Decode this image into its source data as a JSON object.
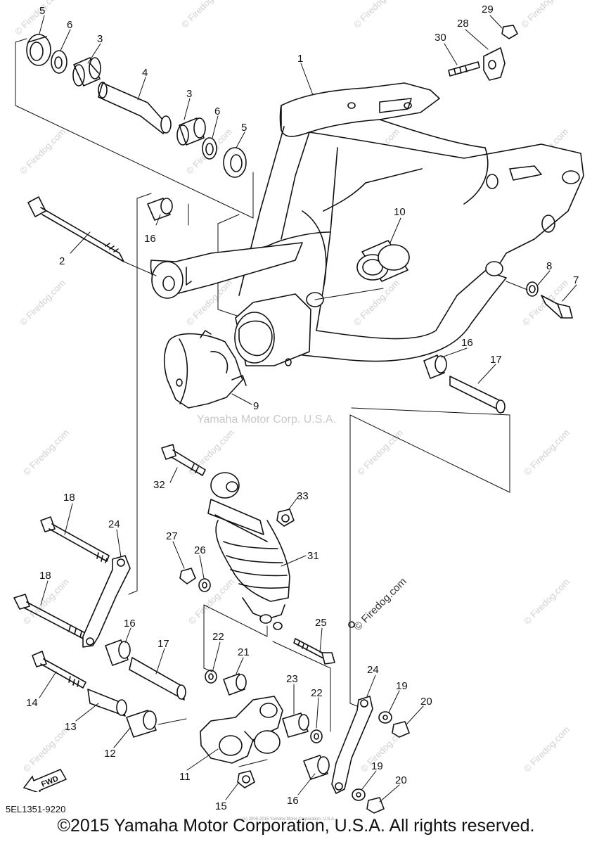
{
  "watermark_text": "© Firedog.com",
  "center_watermark": "Yamaha Motor Corp. U.S.A.",
  "inline_watermark": "© Firedog.com",
  "fwd_label": "FWD",
  "diagram_code": "5EL1351-9220",
  "tiny_text": "(c) 2005-2015 Yamaha Motor Corporation, U.S.A.",
  "copyright": "©2015 Yamaha Motor Corporation, U.S.A. All rights reserved.",
  "callouts": [
    "5",
    "6",
    "3",
    "4",
    "3",
    "6",
    "5",
    "1",
    "30",
    "28",
    "29",
    "2",
    "16",
    "10",
    "8",
    "7",
    "16",
    "17",
    "9",
    "32",
    "33",
    "18",
    "24",
    "27",
    "26",
    "31",
    "18",
    "16",
    "22",
    "21",
    "25",
    "17",
    "14",
    "13",
    "12",
    "23",
    "22",
    "24",
    "19",
    "20",
    "11",
    "15",
    "16",
    "19",
    "20"
  ]
}
